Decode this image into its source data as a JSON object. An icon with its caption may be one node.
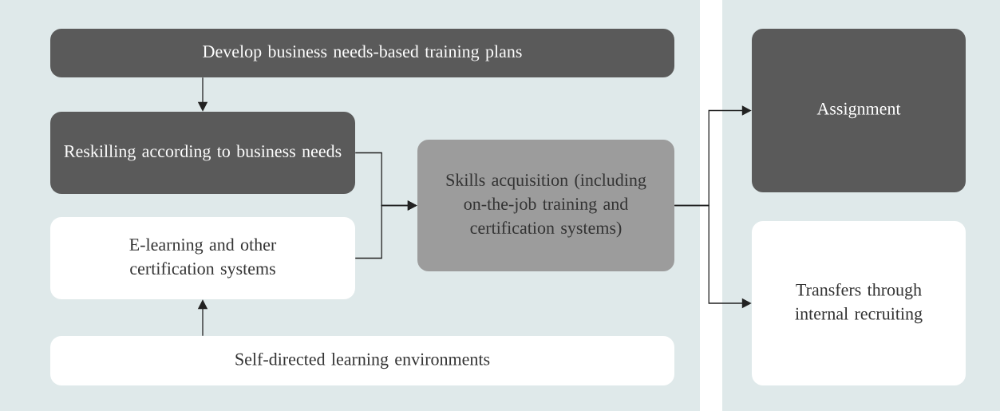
{
  "diagram": {
    "nodes": [
      {
        "text": [
          "Develop business needs-based training plans"
        ]
      },
      {
        "text": [
          "Reskilling according to business needs"
        ]
      },
      {
        "text": [
          "E-learning and other certification systems"
        ]
      },
      {
        "text": [
          "Self-directed learning environments"
        ]
      },
      {
        "text": [
          "Skills acquisition (including on-the-job training and certification systems)"
        ]
      },
      {
        "text": [
          "Assignment"
        ]
      },
      {
        "text": [
          "Transfers through internal recruiting"
        ]
      }
    ],
    "edges": [
      {
        "from": 0,
        "to": 1,
        "arrow": "to"
      },
      {
        "from": 3,
        "to": 2,
        "arrow": "to"
      },
      {
        "from": 1,
        "to": 4,
        "arrow": "to"
      },
      {
        "from": 2,
        "to": 4,
        "arrow": "to"
      },
      {
        "from": 4,
        "to": 5,
        "arrow": "to"
      },
      {
        "from": 4,
        "to": 6,
        "arrow": "to"
      }
    ]
  }
}
